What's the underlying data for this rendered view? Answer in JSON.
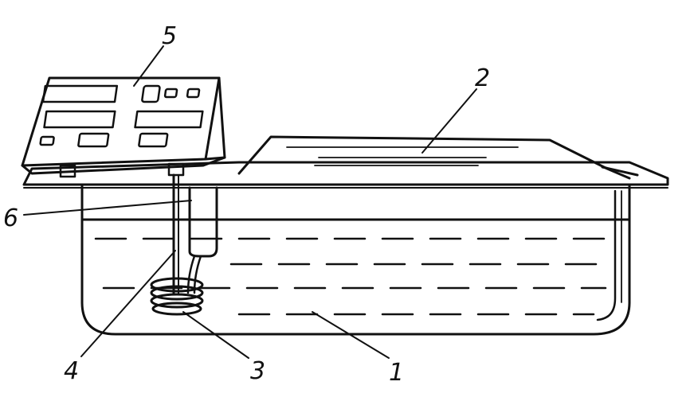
{
  "colors": {
    "ink": "#111111",
    "background": "#ffffff"
  },
  "labels": {
    "bath": "1",
    "lid": "2",
    "heater_coil": "3",
    "sensor_rod": "4",
    "control_unit": "5",
    "stirrer_tube": "6"
  }
}
